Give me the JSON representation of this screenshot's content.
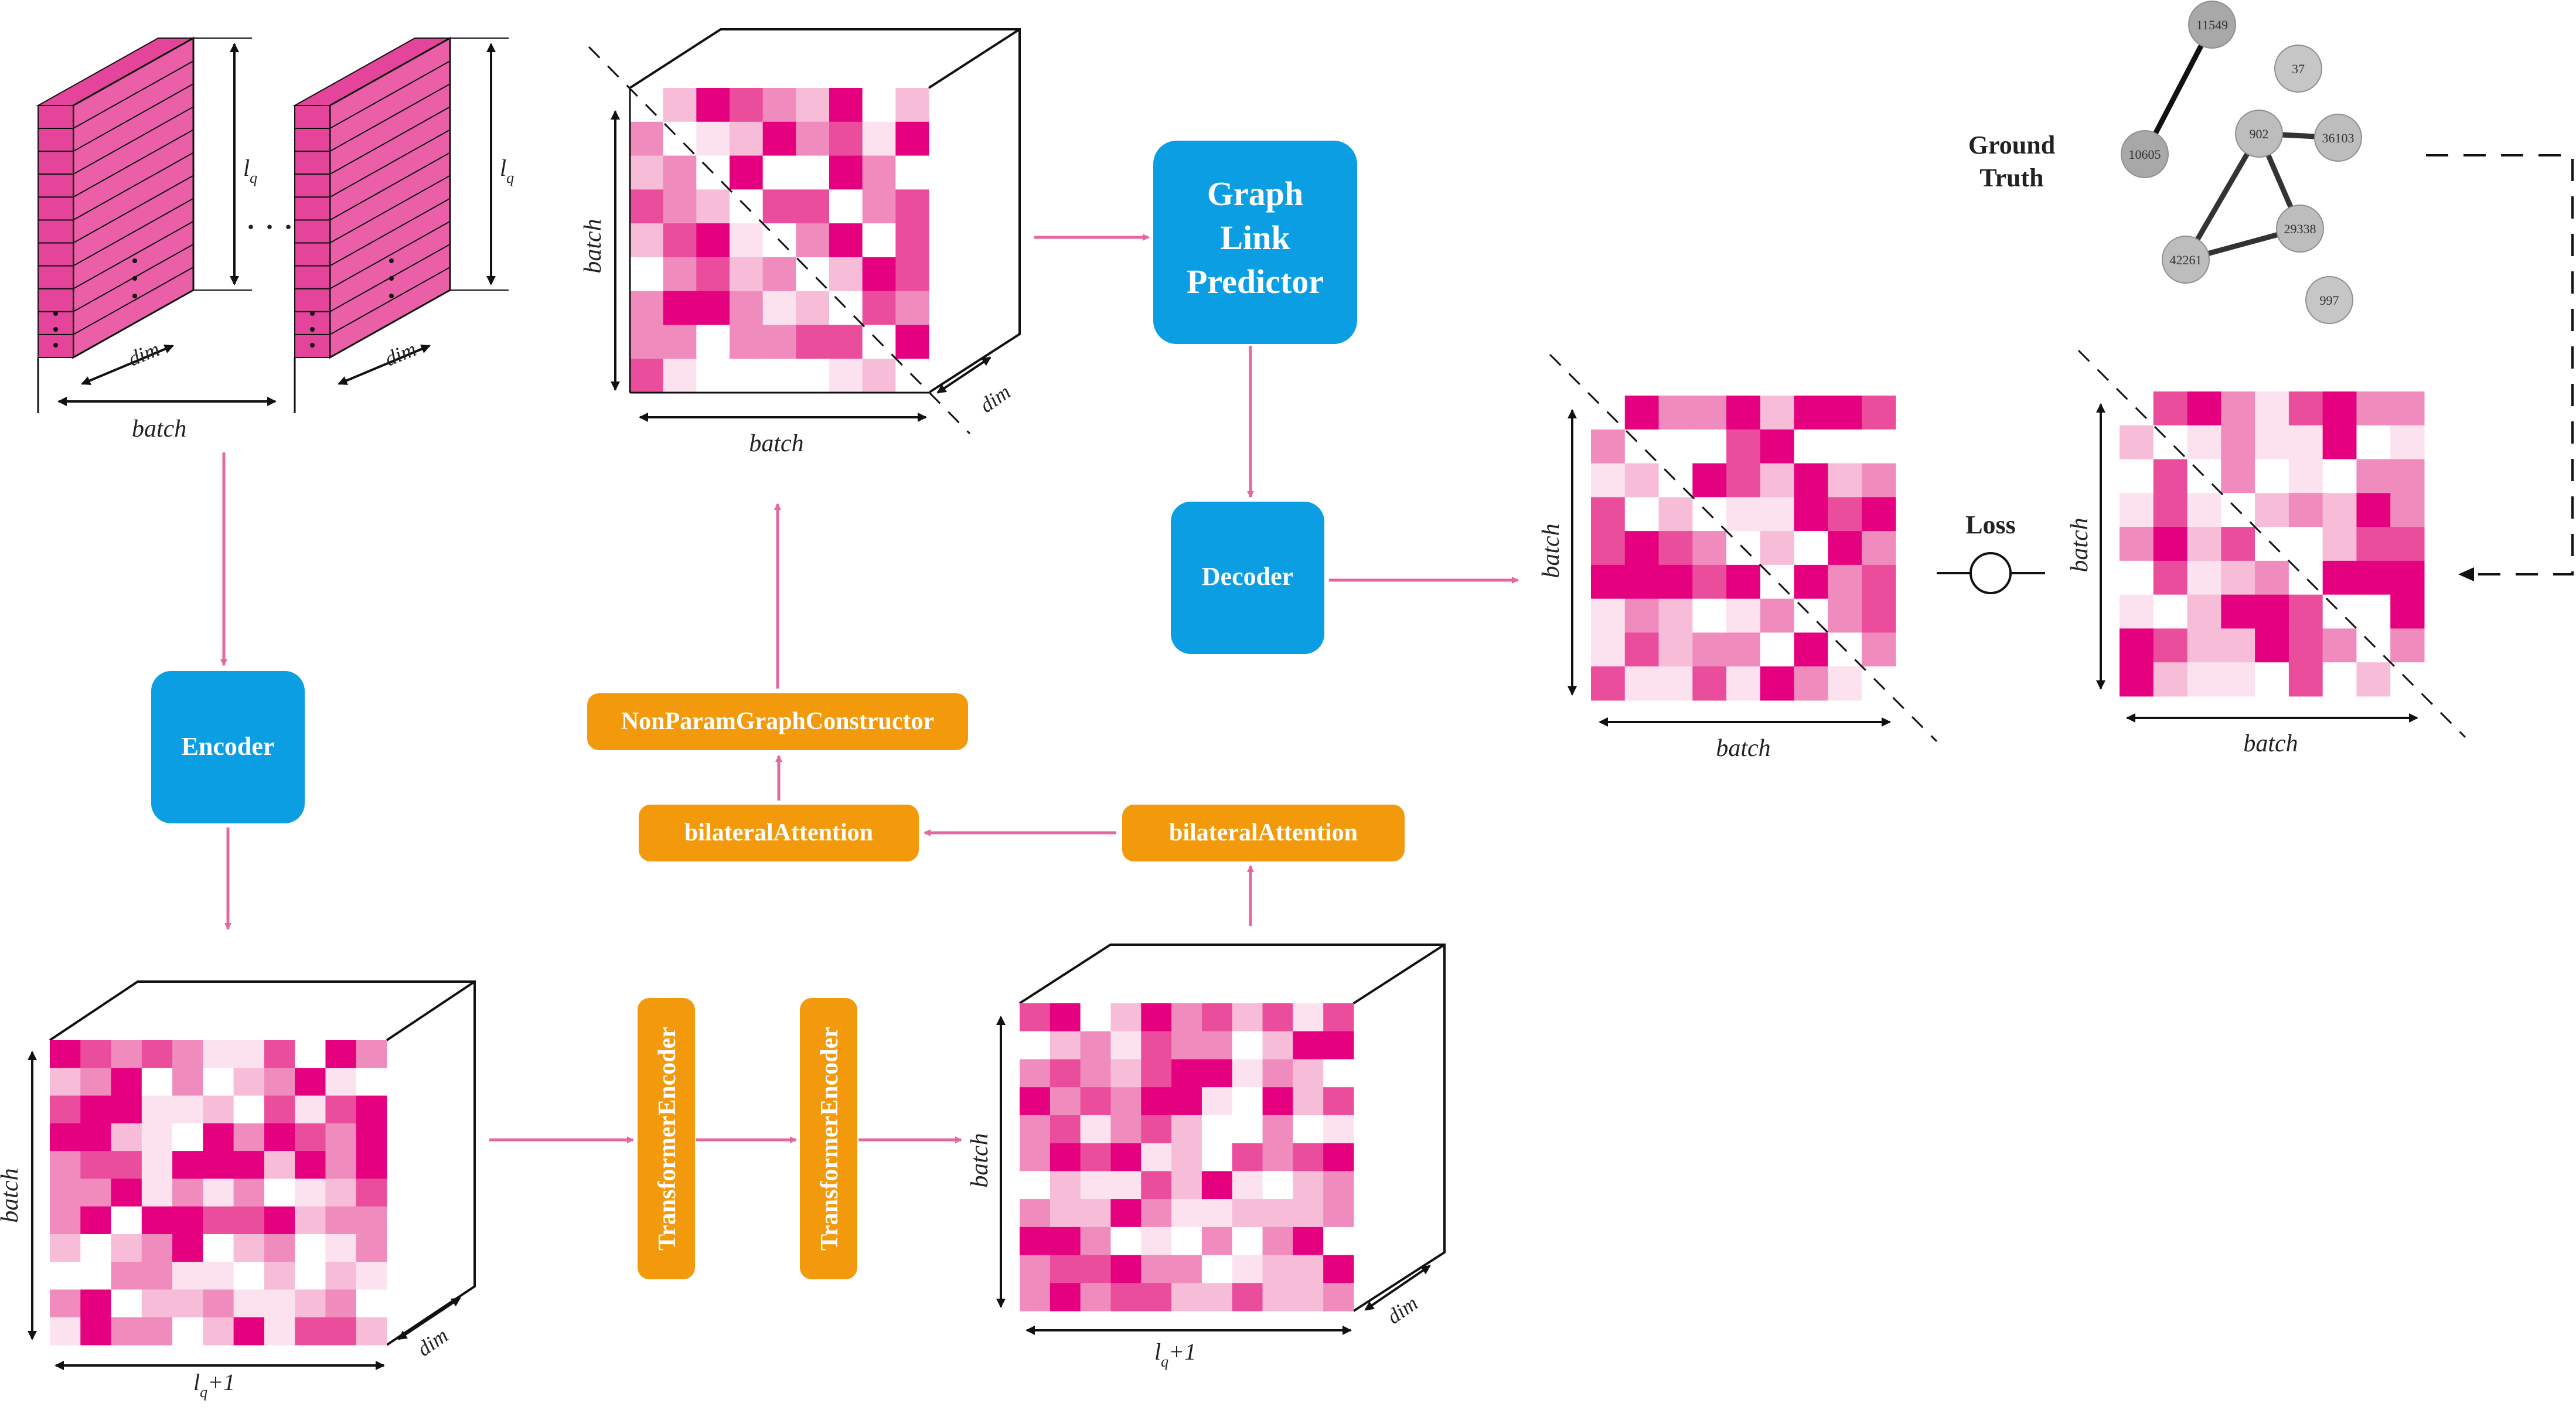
{
  "colors": {
    "blue": "#0b9ee3",
    "orange": "#f39a0c",
    "pink_arrow": "#e5679f",
    "cell_palette": [
      "#e4007f",
      "#ea4d9c",
      "#f08bbd",
      "#f6bcd8",
      "#fbe2ee",
      "#ffffff"
    ]
  },
  "boxes": {
    "encoder": "Encoder",
    "graph_link_predictor": [
      "Graph",
      "Link",
      "Predictor"
    ],
    "decoder": "Decoder",
    "nonparam": "NonParamGraphConstructor",
    "bilateral_left": "bilateralAttention",
    "bilateral_right": "bilateralAttention",
    "transformer_1": "TransformerEncoder",
    "transformer_2": "TransformerEncoder"
  },
  "axis_labels": {
    "batch": "batch",
    "dim": "dim",
    "lq": "l",
    "lq_sub": "q",
    "lq_plus": "+1"
  },
  "input_stack": {
    "dots": ". . ."
  },
  "loss_label": "Loss",
  "ground_truth": {
    "title": [
      "Ground",
      "Truth"
    ],
    "nodes": [
      {
        "id": "11549",
        "shade": "#a8a8a8"
      },
      {
        "id": "37",
        "shade": "#c6c6c6"
      },
      {
        "id": "10605",
        "shade": "#a8a8a8"
      },
      {
        "id": "902",
        "shade": "#bdbdbd"
      },
      {
        "id": "36103",
        "shade": "#bdbdbd"
      },
      {
        "id": "29338",
        "shade": "#bdbdbd"
      },
      {
        "id": "42261",
        "shade": "#bdbdbd"
      },
      {
        "id": "997",
        "shade": "#c6c6c6"
      }
    ],
    "edges": [
      [
        "11549",
        "10605"
      ],
      [
        "902",
        "36103"
      ],
      [
        "902",
        "29338"
      ],
      [
        "902",
        "42261"
      ],
      [
        "42261",
        "29338"
      ]
    ]
  }
}
